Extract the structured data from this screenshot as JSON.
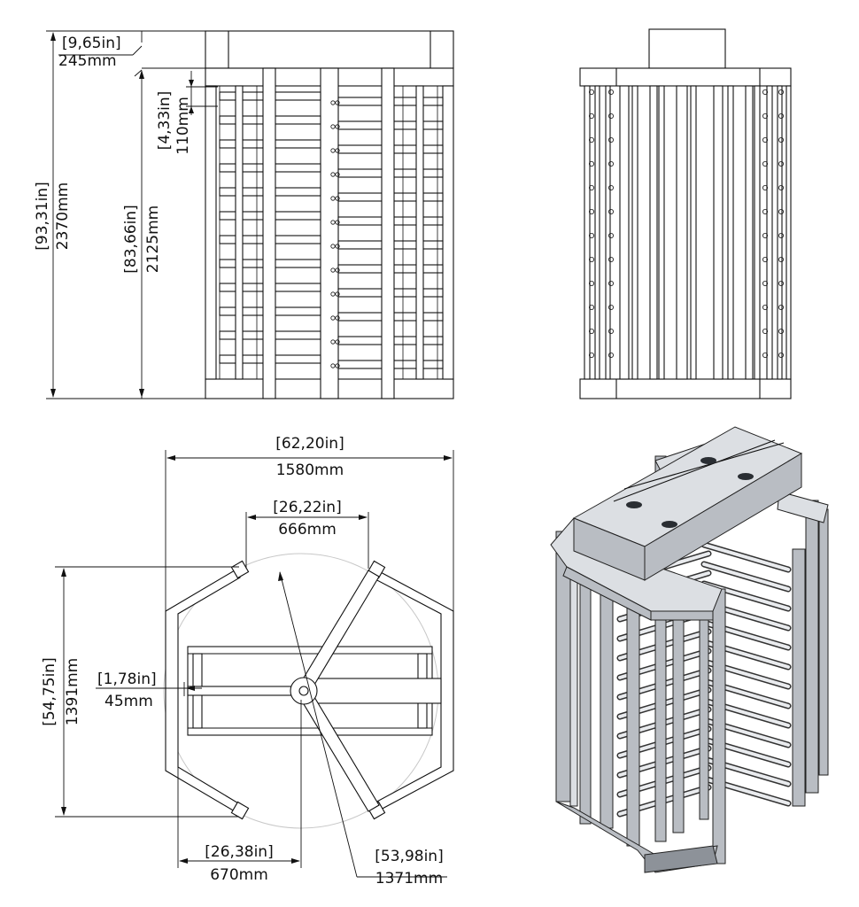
{
  "dimensions": {
    "front_top_in": "[9,65in]",
    "front_top_mm": "245mm",
    "front_total_in": "[93,31in]",
    "front_total_mm": "2370mm",
    "front_gap_in": "[4,33in]",
    "front_gap_mm": "110mm",
    "front_body_in": "[83,66in]",
    "front_body_mm": "2125mm",
    "plan_width_in": "[62,20in]",
    "plan_width_mm": "1580mm",
    "plan_open_in": "[26,22in]",
    "plan_open_mm": "666mm",
    "plan_depth_in": "[54,75in]",
    "plan_depth_mm": "1391mm",
    "plan_offset_in": "[1,78in]",
    "plan_offset_mm": "45mm",
    "plan_half_in": "[26,38in]",
    "plan_half_mm": "670mm",
    "plan_dia_in": "[53,98in]",
    "plan_dia_mm": "1371mm"
  },
  "colors": {
    "line": "#111111",
    "circle": "#c8c8c8",
    "render_light": "#dcdfe3",
    "render_mid": "#b9bdc3",
    "render_dark": "#8d9299"
  }
}
